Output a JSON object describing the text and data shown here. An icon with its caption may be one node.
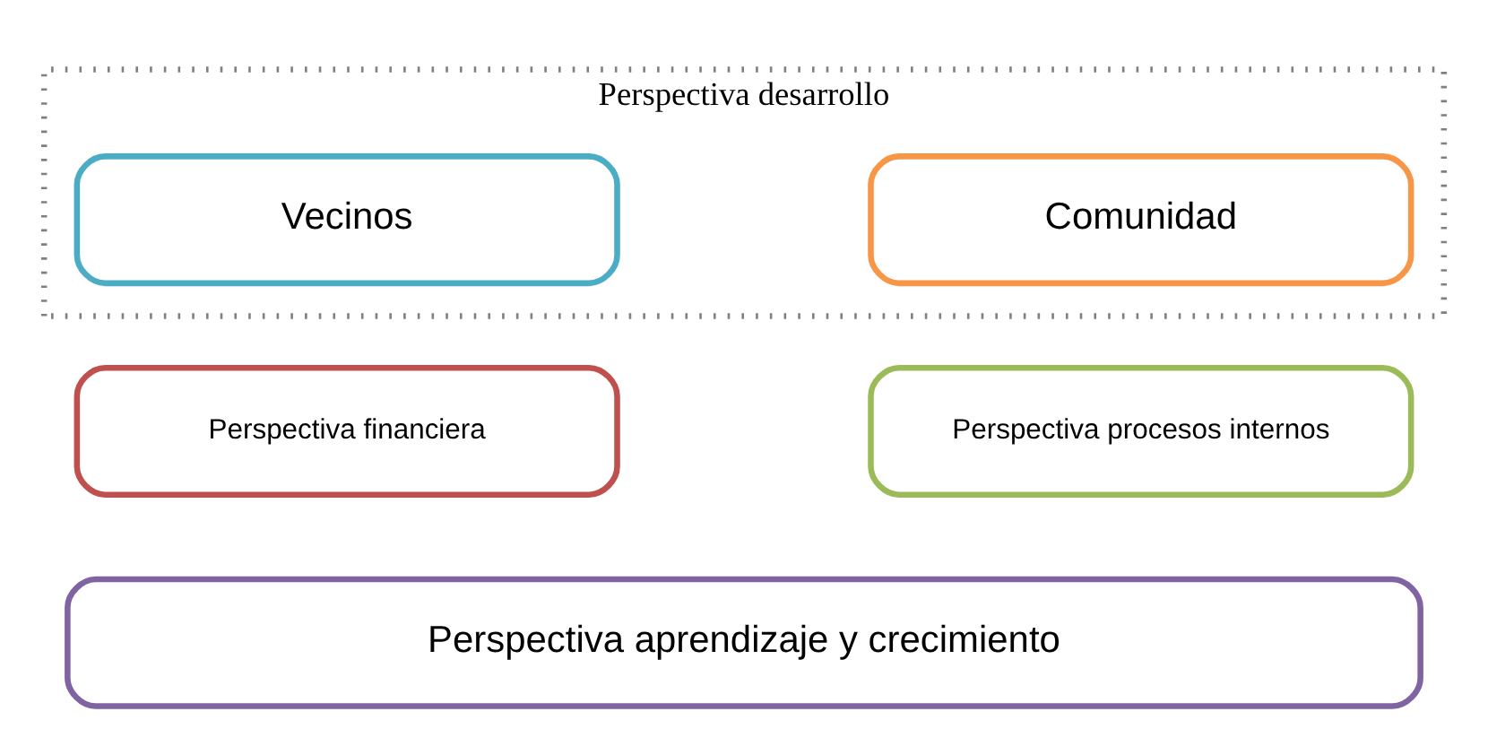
{
  "diagram": {
    "nodes": [
      {
        "text": [
          "Perspectiva desarrollo"
        ]
      },
      {
        "text": [
          "Vecinos"
        ],
        "in": 0
      },
      {
        "text": [
          "Comunidad"
        ],
        "in": 0
      },
      {
        "text": [
          "Perspectiva financiera"
        ]
      },
      {
        "text": [
          "Perspectiva procesos internos"
        ]
      },
      {
        "text": [
          "Perspectiva aprendizaje y crecimiento"
        ]
      }
    ]
  }
}
